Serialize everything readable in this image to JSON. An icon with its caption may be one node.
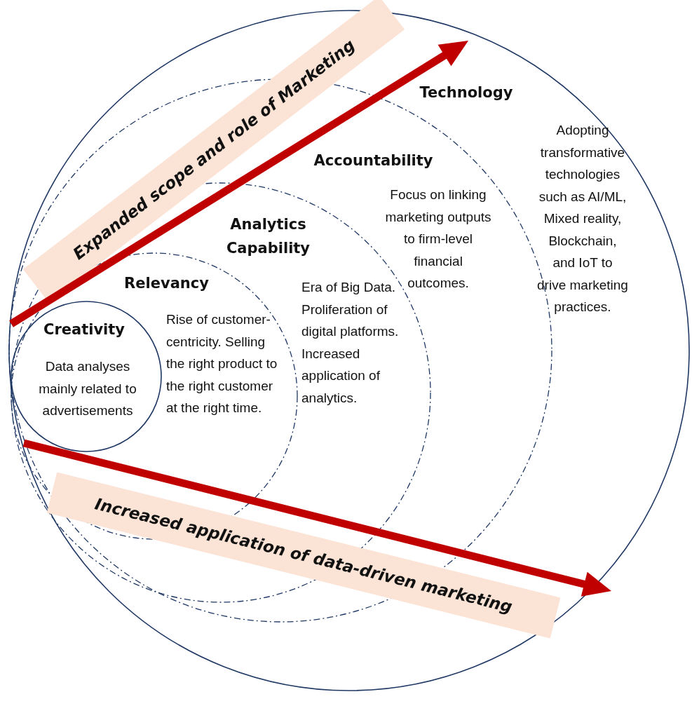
{
  "diagram": {
    "nodes": [
      {
        "text": [
          "Technology",
          "Adopting transformative technologies such as AI/ML, Mixed reality, Blockchain, and IoT to drive marketing practices."
        ]
      },
      {
        "text": [
          "Accountability",
          "Focus on linking marketing outputs to firm-level financial outcomes."
        ],
        "in": 0
      },
      {
        "text": [
          "Analytics Capability",
          "Era of Big Data. Proliferation of digital platforms. Increased application of analytics."
        ],
        "in": 1
      },
      {
        "text": [
          "Relevancy",
          "Rise of customer-centricity. Selling the right product to the right customer at the right time."
        ],
        "in": 2
      },
      {
        "text": [
          "Creativity",
          "Data analyses mainly related to advertisements"
        ],
        "in": 3
      }
    ],
    "edges": [],
    "labels": [
      "Expanded scope and role of Marketing",
      "Increased application of data-driven marketing"
    ]
  }
}
